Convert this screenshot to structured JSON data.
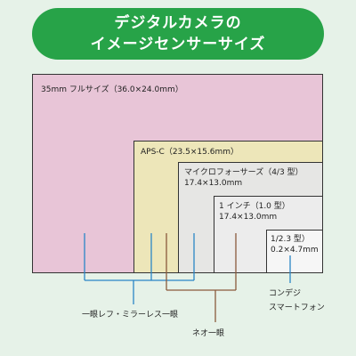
{
  "title": {
    "line1": "デジタルカメラの",
    "line2": "イメージセンサーサイズ"
  },
  "sensors": {
    "full_frame": "35mm フルサイズ（36.0×24.0mm）",
    "aps_c": "APS-C（23.5×15.6mm）",
    "four_thirds_name": "マイクロフォーサーズ（4/3 型）",
    "four_thirds_size": "17.4×13.0mm",
    "one_inch_name": "1 インチ（1.0 型）",
    "one_inch_size": "17.4×13.0mm",
    "small_name": "1/2.3 型）",
    "small_size": "0.2×4.7mm"
  },
  "categories": {
    "slr": "一眼レフ・ミラーレス一眼",
    "mirrorless": "ネオ一眼",
    "compact_line1": "コンデジ",
    "compact_line2": "スマートフォン"
  },
  "colors": {
    "title_bg": "#27a348",
    "background": "#e6f2e8",
    "full_frame": "#e8c5d7",
    "aps_c": "#ede6b9",
    "four_thirds": "#e6e6e4",
    "one_inch": "#ececec",
    "small": "#f6f6f6",
    "line_blue": "#2a86c6",
    "line_brown": "#8b5a3c"
  }
}
